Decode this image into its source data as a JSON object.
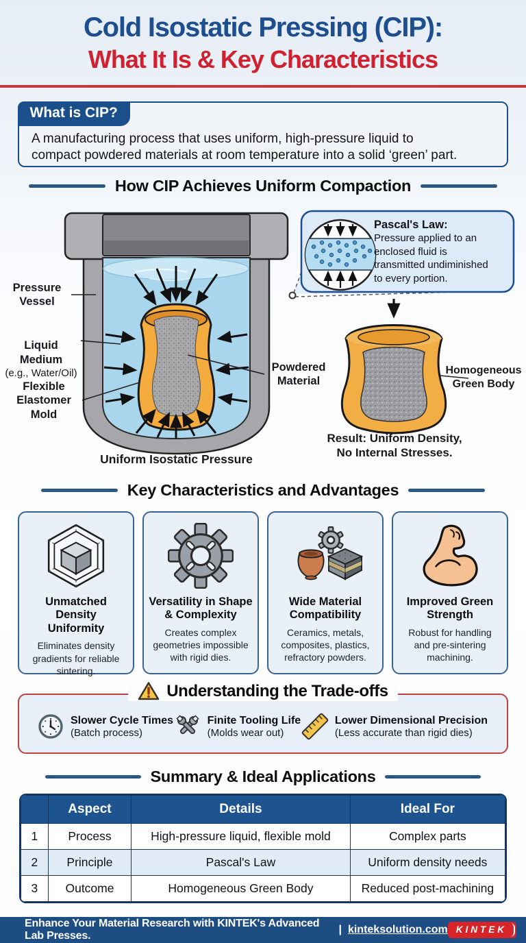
{
  "header": {
    "title": "Cold Isostatic Pressing (CIP):",
    "subtitle": "What It Is & Key Characteristics"
  },
  "what_is_cip": {
    "badge": "What is CIP?",
    "body": "A manufacturing process that uses uniform, high-pressure liquid to\ncompact powdered materials at room temperature into a solid ‘green’ part."
  },
  "compaction": {
    "section_title": "How CIP Achieves Uniform Compaction",
    "labels": {
      "pressure_vessel": "Pressure\nVessel",
      "liquid_medium": "Liquid\nMedium",
      "liquid_medium_note": "(e.g., Water/Oil)",
      "flexible_mold": "Flexible\nElastomer\nMold",
      "powdered_material": "Powdered\nMaterial",
      "homogeneous_green_body": "Homogeneous\nGreen Body",
      "caption": "Uniform Isostatic Pressure",
      "result": "Result: Uniform Density,\nNo Internal Stresses."
    },
    "pascal": {
      "title": "Pascal's Law:",
      "body": "Pressure applied to an\nenclosed fluid is\ntransmitted undiminished\nto every portion."
    }
  },
  "advantages": {
    "section_title": "Key Characteristics and Advantages",
    "cards": [
      {
        "icon": "density-cube-icon",
        "title": "Unmatched Density\nUniformity",
        "body": "Eliminates density\ngradients for reliable\nsintering."
      },
      {
        "icon": "gear-icon",
        "title": "Versatility in Shape\n& Complexity",
        "body": "Creates complex\ngeometries impossible\nwith rigid dies."
      },
      {
        "icon": "materials-icon",
        "title": "Wide Material\nCompatibility",
        "body": "Ceramics, metals,\ncomposites, plastics,\nrefractory powders."
      },
      {
        "icon": "muscle-arm-icon",
        "title": "Improved Green\nStrength",
        "body": "Robust for handling\nand pre-sintering\nmachining."
      }
    ]
  },
  "tradeoffs": {
    "section_title": "Understanding the Trade-offs",
    "items": [
      {
        "icon": "clock-icon",
        "title": "Slower Cycle Times",
        "subtitle": "(Batch process)"
      },
      {
        "icon": "tools-icon",
        "title": "Finite Tooling Life",
        "subtitle": "(Molds wear out)"
      },
      {
        "icon": "ruler-icon",
        "title": "Lower Dimensional Precision",
        "subtitle": "(Less accurate than rigid dies)"
      }
    ]
  },
  "summary": {
    "section_title": "Summary & Ideal Applications",
    "table": {
      "headers": [
        "",
        "Aspect",
        "Details",
        "Ideal For"
      ],
      "rows": [
        [
          "1",
          "Process",
          "High-pressure liquid, flexible mold",
          "Complex parts"
        ],
        [
          "2",
          "Principle",
          "Pascal's Law",
          "Uniform density needs"
        ],
        [
          "3",
          "Outcome",
          "Homogeneous Green Body",
          "Reduced post-machining"
        ]
      ]
    }
  },
  "footer": {
    "text": "Enhance Your Material Research with KINTEK's Advanced Lab Presses.",
    "separator": "|",
    "link": "kinteksolution.com",
    "logo": "KINTEK"
  }
}
